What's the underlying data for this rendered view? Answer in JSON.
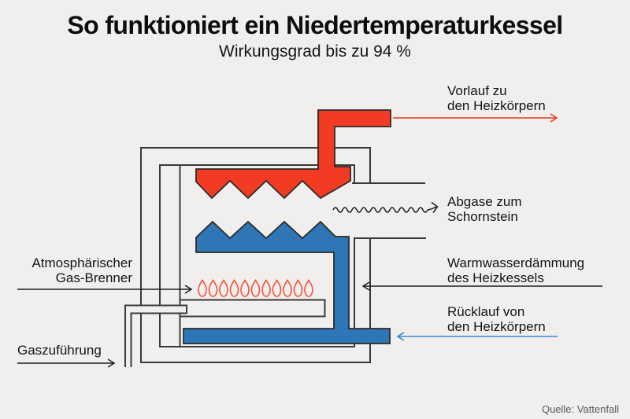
{
  "header": {
    "title": "So funktioniert ein Niedertemperaturkessel",
    "subtitle": "Wirkungsgrad bis zu 94 %"
  },
  "labels": {
    "vorlauf": "Vorlauf zu\nden Heizkörpern",
    "abgase": "Abgase zum\nSchornstein",
    "warmwasser": "Warmwasserdämmung\ndes Heizkessels",
    "ruecklauf": "Rücklauf von\nden Heizkörpern",
    "brenner": "Atmosphärischer\nGas-Brenner",
    "gas": "Gaszuführung",
    "quelle": "Quelle: Vattenfall"
  },
  "colors": {
    "background": "#f0efed",
    "hot_flow_red": "#f23b23",
    "cold_flow_blue": "#2e76b5",
    "flame_red": "#f4503a",
    "arrow_red": "#f0371f",
    "arrow_blue": "#3e88d2",
    "casing_line": "#3a3a3a",
    "text": "#141414",
    "source_text": "#58585a"
  }
}
